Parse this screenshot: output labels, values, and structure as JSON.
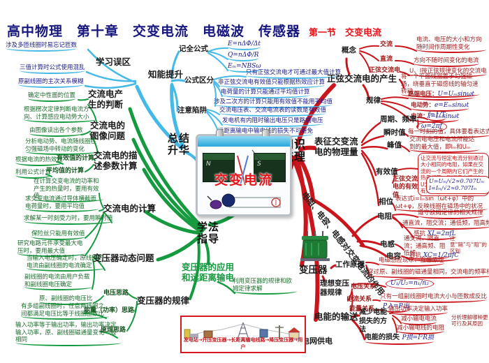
{
  "title": {
    "main": "高中物理　第十章　交变电流　电磁波　传感器",
    "section": "第一节　交变电流"
  },
  "hubs": {
    "summary": "总结升华",
    "knowledge": "知识梳理",
    "method": "学法指导"
  },
  "center": {
    "caption": "交变电流",
    "magnet_n": "N",
    "magnet_s": "S"
  },
  "blue": {
    "errors": {
      "label": "学习误区",
      "items": [
        "涉及多匝线圈时易忘记匝数",
        "三值计算时公式使用混乱",
        "原副线圈的主次关系模糊"
      ]
    },
    "improve": {
      "label": "知能提升"
    },
    "formulas": {
      "label": "记全公式",
      "items": [
        "E=nΔΦ/Δt",
        "Q=nΔΦ/R",
        "Eₘ=NBSω"
      ]
    },
    "distinguish": {
      "label": "公式区分",
      "items": [
        "只有正弦交流电才可通过最大值计算",
        "非正弦交流电有效值只能根据热效应计算",
        "电荷量的计算只能通过平均值计算",
        "涉及二次方的计算只能用有效值不能用平均值"
      ]
    },
    "traps": {
      "label": "注意陷阱",
      "items": [
        "交流电压表、交流电流表的读数是有效值",
        "发电机有内阻时输出电压只是路端电压",
        "远距离输电中输电线的损失不可避免"
      ]
    }
  },
  "green": {
    "judge": {
      "label": "交流电产生的判断",
      "items": [
        "确定中性面的位置",
        "根据楞次定律判断电流方向、计算感应电动势大小"
      ]
    },
    "graph": {
      "label": "交流电的图像问题",
      "items": [
        "由图像读出各个参数",
        "分析电动势、电流随线圈在匀强磁场中转动的变化"
      ]
    },
    "desc": {
      "label": "交流电的描述参数计算",
      "k0": "有效值的计算",
      "v0": "根据电流的热效应",
      "k1": "平均值的计算",
      "v1": "利用公式计算"
    },
    "calc": {
      "label": "交流电的计算",
      "items": [
        "在计算交变电流的功率和产生的热量时，要用有效值",
        "求交变电流通过导体横截面电荷量时，要用平均值",
        "求解某一时刻受力时，要用瞬时值",
        "保险丝只能用有效值",
        "研究电路元件承受最大电压时，要用最大值"
      ]
    },
    "dynamic": {
      "label": "变压器动态问题",
      "items": [
        "当输入电压确定时，原线圈的电流由副线圈的电流确定",
        "副线圈的电流由用户负载和副线圈电压确定"
      ]
    },
    "rule": {
      "label": "变压器的规律",
      "k0": "电压思路",
      "v0": "原、副线圈的电压比",
      "k1": "能量（功率）思路",
      "v1": "有多组副线圈时，任意两线圈之间都满足电压比等于线圈匝数比",
      "k2": "原理思路",
      "v2": "输入功率等于输出功率，输出功率决定输入功率，原、副线圈磁通量变化一般相同"
    },
    "apply": {
      "label": "变压器的应用和远距离输电",
      "item": "利用变压器的规律和欧姆定律求解"
    }
  },
  "red": {
    "produce": {
      "label": "正弦交流电的产生",
      "concept": "概念",
      "k0": "交流",
      "v0": "电流、电压的大小和方向随时间作周期性变化",
      "k1": "直流",
      "v1": "方向不随时间变化的电流",
      "k2": "正弦交流电",
      "v2": "U、I按正弦规律变化的交流电",
      "how": "将一个平面线圈置于匀强磁场，绕垂直于磁感线的轴匀速转动",
      "law": "规律",
      "law0k": "路端电压：",
      "law0f": "U=Uₘsinωt",
      "law1k": "电动势：",
      "law1f": "e=Eₘsinωt",
      "law2k": "电流：",
      "law2f": "i=Iₘsinωt"
    },
    "quantities": {
      "label": "表征交变流电的物理量",
      "k0": "周期、频率",
      "f0a": "f=1/T",
      "f0b": "ω=2πf",
      "k1": "瞬时值",
      "v1": "每一时刻的值，具体要看表达式",
      "k2": "峰值",
      "v2": "交流电电压和电流所能达到的最大值，即Iₘ和Uₘ",
      "k3": "有效值",
      "box": "让交流与恒定电流分别通过大小相同的电阻，如果在交流的一个周期内它们产生的热量相等，则恒定电流的I、U为交流电的电流、电压的有效值",
      "sub": "正弦交流电的有效值",
      "fa": "U=Uₘ/√2≈0.707Uₘ",
      "fb": "I=Iₘ/√2≈0.707Iₘ",
      "k4": "相位",
      "v4": "表达式i=Iₘsin（ωt+φ）中的ωt+φ，反映线圈在磁场中的状况"
    },
    "rlc": {
      "label": "电阻、电容、电感对交变电流的作用",
      "k0": "电阻",
      "r0": "遵守欧姆定律的相关规律",
      "r1": "通直流，阻交流；通低频，阻高频",
      "r2k": "感抗 ",
      "r2f": "XL=2πfL",
      "k1": "电感",
      "l0": "通交流、隔直流；通高频、阻低频",
      "note": "注意“隔”与“阻”的区别",
      "k2": "电容",
      "c0k": "容抗 ",
      "c0f": "XC=1/2πfC"
    },
    "transformer": {
      "label": "变压器",
      "k0": "工作原理",
      "p0": "电磁感应现象、互感原理",
      "p1": "穿过原、副线圈的磁通量相同，交流电的频率相同",
      "k1": "理想变压器规律",
      "uk": "电压关系",
      "uf": "U₁/U₂=n₁/n₂",
      "ik": "电流关系",
      "iv": "只有一组副线圈时电流大小与匝数成反比",
      "pk": "能量关系",
      "pf": "P入=P出"
    },
    "transmission": {
      "label": "电能的输送",
      "k0": "减少电能损失的方法",
      "m0": "输出功率决定输入功率",
      "m1": "减小输电电流",
      "m2": "减小输电线的电阻",
      "note": "分析理解哪种更可行及其原因",
      "lossk": "电能的损失 ",
      "lossf": "P损=I²R损"
    },
    "grid": {
      "label": "电网供电"
    }
  },
  "bottom_image": {
    "caption": "发电站→升压变压器→长距离输电线路→降压变压器→用户"
  }
}
